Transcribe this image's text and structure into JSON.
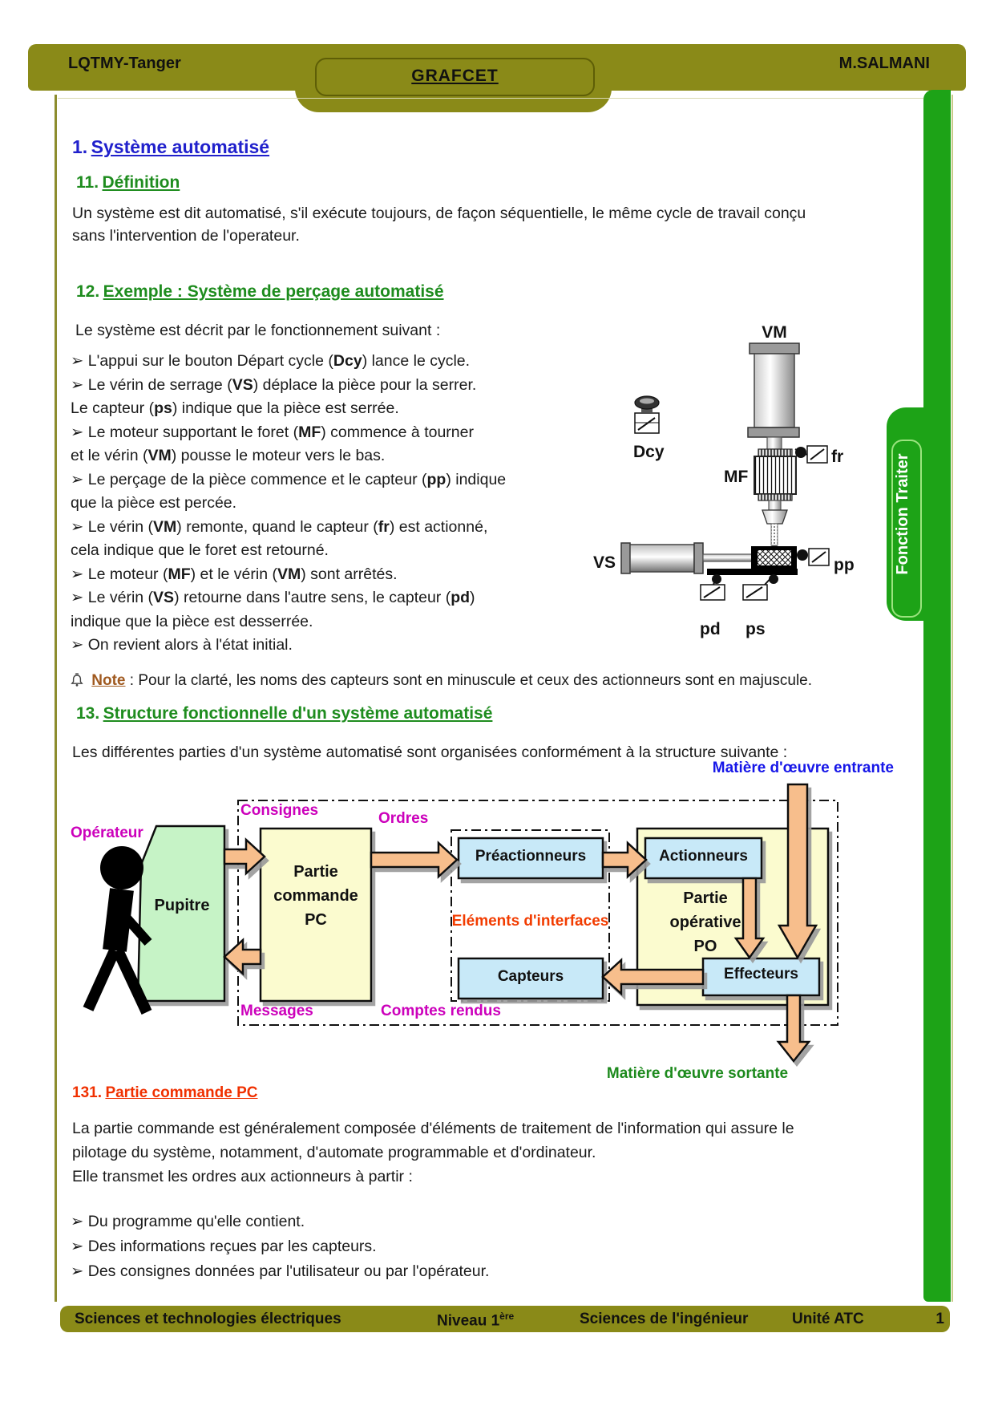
{
  "colors": {
    "band_olive": "#8a8a18",
    "tab_green": "#1da317",
    "heading_blue": "#2020cc",
    "heading_green": "#1e8c1e",
    "heading_red": "#f03000",
    "label_magenta": "#cc00bb",
    "label_orange": "#f23c00",
    "mo_entrante_blue": "#1616e8",
    "mo_sortante_green": "#1d8a1d",
    "note_brown": "#a05a20",
    "arrow_fill": "#f7be8c",
    "box_yellow": "#fbfbcf",
    "box_green": "#c6f3c6",
    "box_blue": "#c8e9f8"
  },
  "header": {
    "school": "LQTMY-Tanger",
    "author": "M.SALMANI",
    "title": "GRAFCET"
  },
  "side_tab": {
    "label": "Fonction Traiter"
  },
  "s1": {
    "num": "1.",
    "title": "Système automatisé"
  },
  "s11": {
    "num": "11.",
    "title": "Définition",
    "text": "Un système est dit automatisé, s'il exécute toujours, de façon séquentielle, le même cycle de travail conçu\nsans l'intervention de l'operateur."
  },
  "s12": {
    "num": "12.",
    "title": "Exemple : Système de perçage automatisé",
    "intro": "Le système est décrit par le fonctionnement suivant :",
    "bullets": "➢ L'appui sur le bouton Départ cycle (**Dcy**) lance le cycle.\n➢ Le vérin de serrage (**VS**) déplace la pièce pour la serrer.\nLe capteur (**ps**) indique que la pièce est serrée.\n➢ Le moteur supportant le foret (**MF**) commence à tourner\net le vérin (**VM**) pousse le moteur vers le bas.\n➢ Le perçage de la pièce commence et le capteur (**pp**) indique\nque la pièce est percée.\n➢ Le vérin (**VM**) remonte, quand le capteur (**fr**) est actionné,\ncela indique que le foret est retourné.\n➢ Le moteur (**MF**) et le vérin (**VM**) sont arrêtés.\n➢ Le vérin (**VS**) retourne dans l'autre sens, le capteur (**pd**)\nindique que la pièce est desserrée.\n➢ On revient alors à l'état initial."
  },
  "note": {
    "label": "Note",
    "text": " : Pour la clarté, les noms des capteurs sont en minuscule et ceux des actionneurs sont en majuscule."
  },
  "machine": {
    "vm": "VM",
    "dcy": "Dcy",
    "mf": "MF",
    "fr": "fr",
    "vs": "VS",
    "pp": "pp",
    "pd": "pd",
    "ps": "ps"
  },
  "s13": {
    "num": "13.",
    "title": "Structure fonctionnelle d'un système automatisé",
    "intro": "Les différentes parties d'un système automatisé sont organisées conformément à la structure suivante :"
  },
  "diagram": {
    "operator": "Opérateur",
    "pupitre": "Pupitre",
    "pc": "Partie\ncommande\nPC",
    "po": "Partie\nopérative\nPO",
    "preactionneurs": "Préactionneurs",
    "actionneurs": "Actionneurs",
    "capteurs": "Capteurs",
    "effecteurs": "Effecteurs",
    "consignes": "Consignes",
    "ordres": "Ordres",
    "messages": "Messages",
    "comptes_rendus": "Comptes rendus",
    "interfaces": "Eléments d'interfaces",
    "mo_entrante": "Matière d'œuvre entrante",
    "mo_sortante": "Matière d'œuvre sortante"
  },
  "s131": {
    "num": "131.",
    "title": "Partie commande PC",
    "text": "La partie commande est généralement composée d'éléments de traitement de l'information qui assure le\npilotage du système, notamment, d'automate programmable et d'ordinateur.\nElle transmet les ordres aux actionneurs à partir :",
    "bullets": "➢ Du programme qu'elle contient.\n➢ Des informations reçues par les capteurs.\n➢ Des consignes données par l'utilisateur ou par l'opérateur."
  },
  "footer": {
    "left": "Sciences et technologies électriques",
    "niveau": "Niveau 1",
    "niveau_sup": "ère",
    "center": "Sciences de l'ingénieur",
    "unite": "Unité ATC",
    "page": "1"
  }
}
